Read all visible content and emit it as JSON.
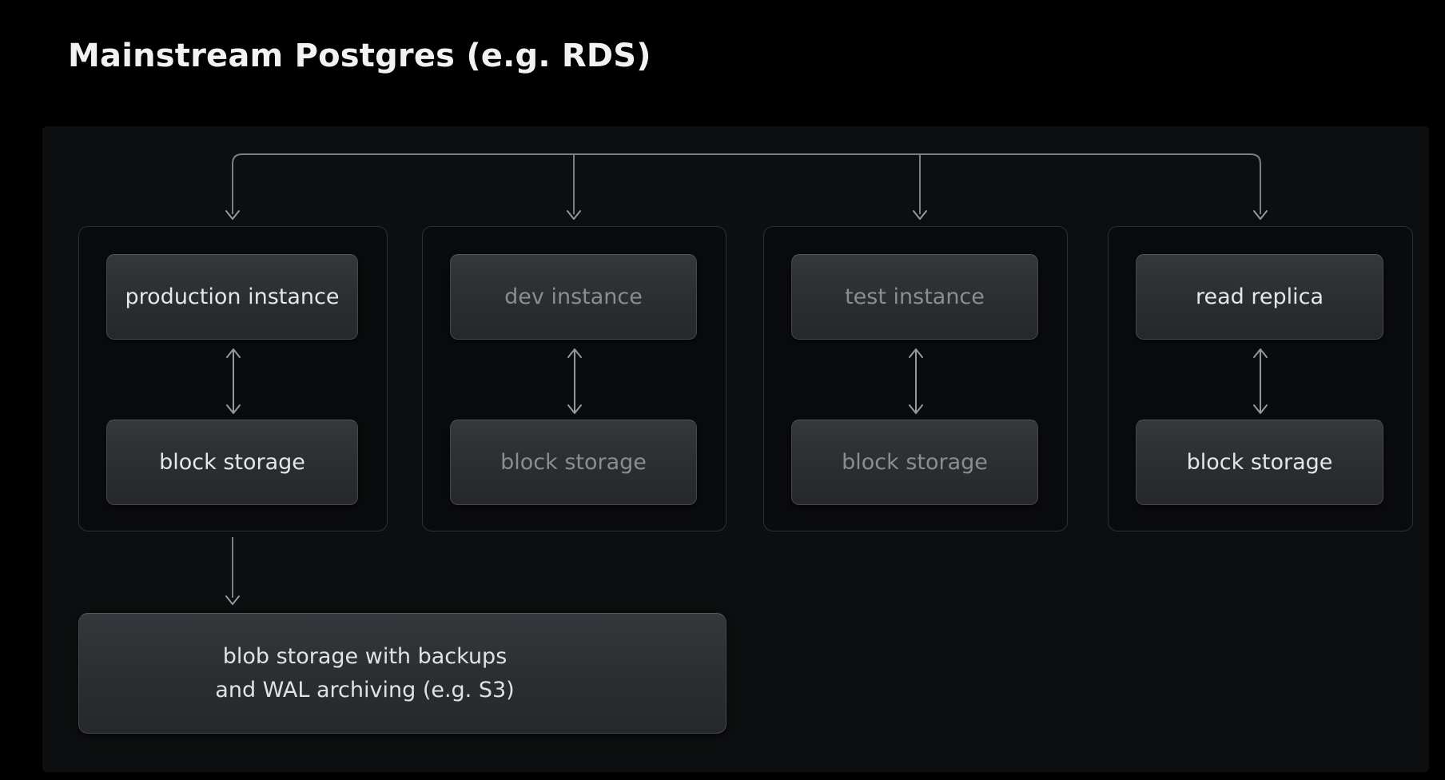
{
  "title": "Mainstream Postgres (e.g. RDS)",
  "diagram": {
    "groups": [
      {
        "instance": "production instance",
        "storage": "block storage",
        "muted": false
      },
      {
        "instance": "dev instance",
        "storage": "block storage",
        "muted": true
      },
      {
        "instance": "test instance",
        "storage": "block storage",
        "muted": true
      },
      {
        "instance": "read replica",
        "storage": "block storage",
        "muted": false
      }
    ],
    "blob": {
      "line1": "blob storage with backups",
      "line2": "and WAL archiving (e.g. S3)"
    }
  },
  "colors": {
    "background": "#000000",
    "panel": "#0d0e0f",
    "node_fill_top": "#34373b",
    "node_fill_bottom": "#26282c",
    "node_border": "#44474c",
    "group_border": "#2d2f33",
    "text_bright": "#e4e6e8",
    "text_muted": "#8a8d92",
    "arrow": "#95989d"
  }
}
